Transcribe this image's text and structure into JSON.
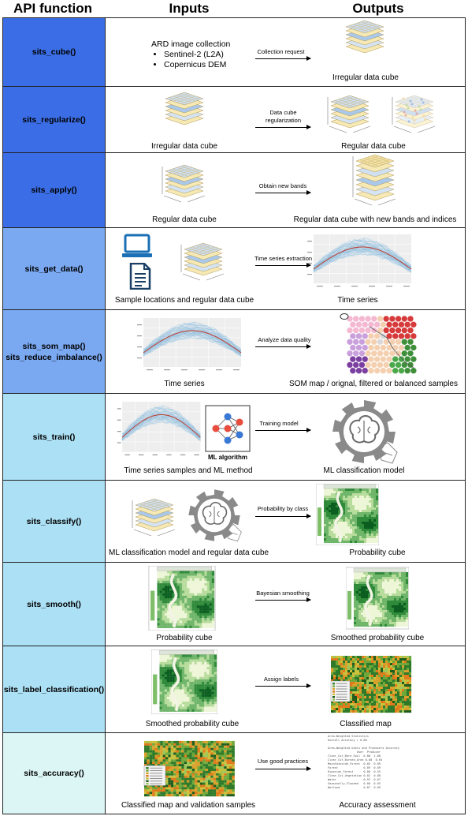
{
  "headers": {
    "api_function": "API function",
    "inputs": "Inputs",
    "outputs": "Outputs"
  },
  "colors": {
    "dark_blue": "#3b6ee6",
    "mid_blue": "#7aa9f2",
    "light_blue": "#ace0f5",
    "pale_cyan": "#dcf6f6"
  },
  "rows": [
    {
      "fn": "sits_cube()",
      "ard_title": "ARD image collection",
      "ard_items": [
        "Sentinel-2 (L2A)",
        "Copernicus DEM"
      ],
      "arrow": "Collection request",
      "output": "Irregular data cube"
    },
    {
      "fn": "sits_regularize()",
      "input": "Irregular data cube",
      "arrow": "Data cube\nregularization",
      "output": "Regular data cube"
    },
    {
      "fn": "sits_apply()",
      "input": "Regular data cube",
      "arrow": "Obtain new bands",
      "output": "Regular data cube with new bands and indices"
    },
    {
      "fn": "sits_get_data()",
      "input": "Sample locations and regular data cube",
      "arrow": "Time series extraction",
      "output": "Time series"
    },
    {
      "fn": "sits_som_map()\nsits_reduce_imbalance()",
      "input": "Time series",
      "arrow": "Analyze data quality",
      "output": "SOM map / orignal, filtered or balanced samples"
    },
    {
      "fn": "sits_train()",
      "input": "Time series samples and ML method",
      "ml_label": "ML algorithm",
      "arrow": "Training model",
      "output": "ML classification model"
    },
    {
      "fn": "sits_classify()",
      "input": "ML classification model and regular data cube",
      "arrow": "Probability by class",
      "output": "Probability cube"
    },
    {
      "fn": "sits_smooth()",
      "input": "Probability cube",
      "arrow": "Bayesian smoothing",
      "output": "Smoothed probability cube"
    },
    {
      "fn": "sits_label_classification()",
      "input": "Smoothed probability cube",
      "arrow": "Assign labels",
      "output": "Classified map"
    },
    {
      "fn": "sits_accuracy()",
      "input": "Classified map and validation samples",
      "arrow": "Use good practices",
      "output": "Accuracy assessment"
    }
  ]
}
